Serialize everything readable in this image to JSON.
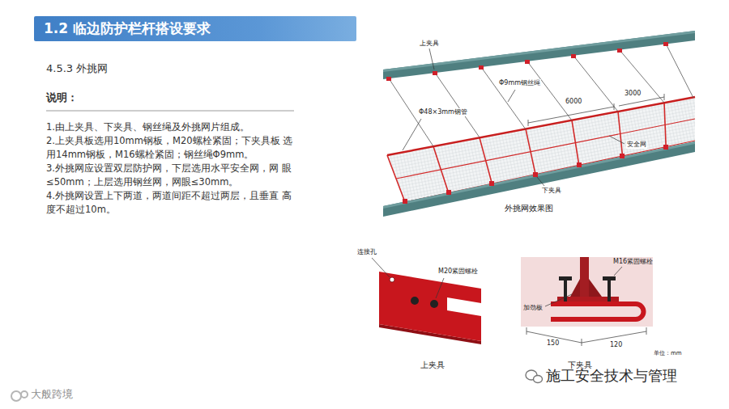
{
  "diagram": {
    "title": "1.2 临边防护栏杆搭设要求",
    "labels": [
      "4.5.3 外挑网",
      "说明：",
      "1.由上夹具、下夹具、钢丝绳及外挑网片组成。",
      "2.上夹具板选用10mm钢板，M20螺栓紧固；下夹具板 选用14mm钢板，M16螺栓紧固；钢丝绳Φ9mm。",
      "3.外挑网应设置双层防护网，下层选用水平安全网，网 眼≤50mm；上层选用钢丝网，网眼≤30mm。",
      "4.外挑网设置上下两道，两道间距不超过两层，且垂直 高度不超过10m。",
      "上夹具",
      "Φ9mm钢丝绳",
      "6000",
      "3000",
      "Φ48×3mm钢管",
      "安全网",
      "下夹具",
      "外挑网效果图",
      "连接孔",
      "M20紧固螺栓",
      "M16紧固螺栓",
      "加劲板",
      "150",
      "120",
      "单位：mm",
      "上夹具",
      "下夹具",
      "施工安全技术与管理",
      "大般跨境"
    ]
  }
}
